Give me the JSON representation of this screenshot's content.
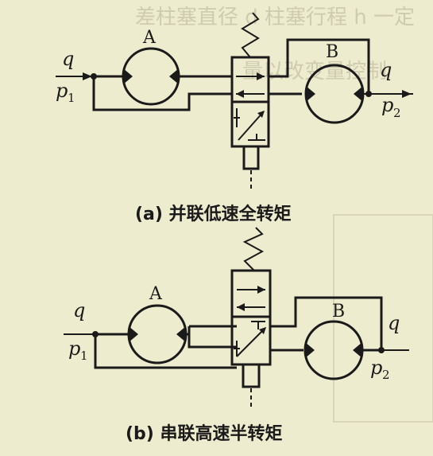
{
  "colors": {
    "background": "#eeeccf",
    "ink": "#1a1a1a",
    "ghost_text": "#cfcbb0"
  },
  "diagram_a": {
    "motor_left": "A",
    "motor_right": "B",
    "flow_in": "q",
    "flow_out": "q",
    "pressure_in": "p",
    "pressure_in_sub": "1",
    "pressure_out": "p",
    "pressure_out_sub": "2",
    "caption": "(a) 并联低速全转矩"
  },
  "diagram_b": {
    "motor_left": "A",
    "motor_right": "B",
    "flow_in": "q",
    "flow_out": "q",
    "pressure_in": "p",
    "pressure_in_sub": "1",
    "pressure_out": "p",
    "pressure_out_sub": "2",
    "caption": "(b) 串联高速半转矩"
  },
  "ghost_text": {
    "line1": "差柱塞直径 d  柱塞行程 h 一定",
    "line2": "量以改变量控制"
  }
}
